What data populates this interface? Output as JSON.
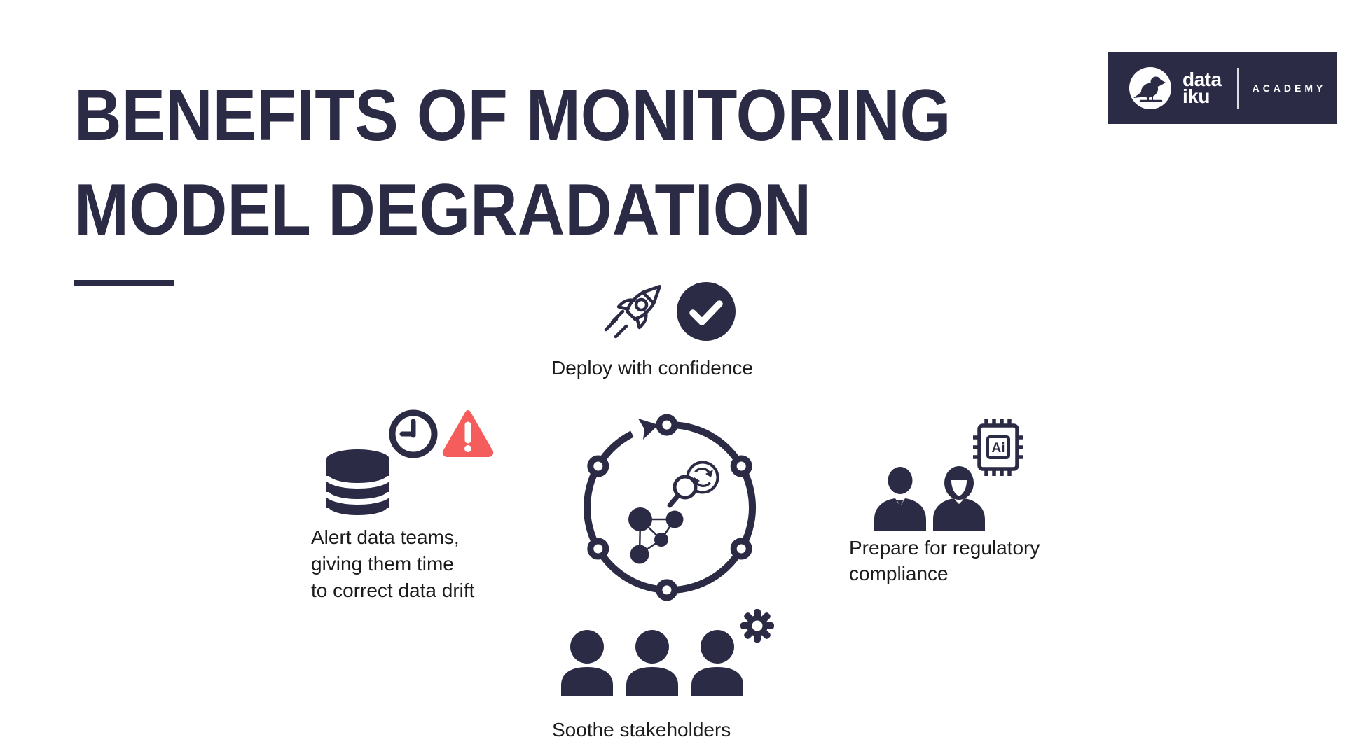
{
  "slide": {
    "title_line1": "BENEFITS OF MONITORING",
    "title_line2": "MODEL DEGRADATION"
  },
  "logo": {
    "brand_top": "data",
    "brand_bottom": "iku",
    "program": "ACADEMY"
  },
  "benefits": {
    "deploy": {
      "label": "Deploy with confidence"
    },
    "alert": {
      "line1": "Alert data teams,",
      "line2": "giving them time",
      "line3": "to correct data drift"
    },
    "regulatory": {
      "line1": "Prepare for regulatory",
      "line2": "compliance"
    },
    "stakeholders": {
      "label": "Soothe stakeholders"
    }
  },
  "icons": {
    "ai_chip_label": "Ai"
  },
  "colors": {
    "navy": "#2b2b45",
    "alert_red": "#f55c5c",
    "text_black": "#1b1b1b",
    "background": "#ffffff"
  }
}
